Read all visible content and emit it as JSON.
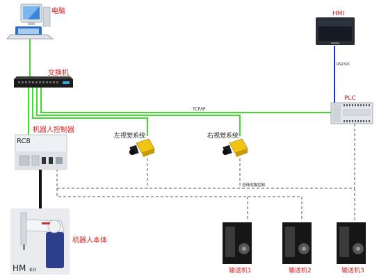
{
  "labels": {
    "computer": "电脑",
    "switch": "交换机",
    "hmi": "HMI",
    "plc": "PLC",
    "robot_controller": "机器人控制器",
    "left_vision": "左视觉系统",
    "right_vision": "右视觉系统",
    "robot_body": "机器人本体",
    "conveyor_1": "输送机1",
    "conveyor_2": "输送机2",
    "conveyor_3": "输送机3",
    "hm_series": "HM",
    "hm_series_sub": "系列",
    "rc8_model": "RC8",
    "tcp_link": "TCP/IP",
    "rs_link": "RS232C",
    "servo_bus": "总线伺服控制"
  },
  "colors": {
    "ethernet": "#3ddc2e",
    "serial": "#1a33c8",
    "label_red": "#e11d1d",
    "servo_dash": "#555555"
  }
}
